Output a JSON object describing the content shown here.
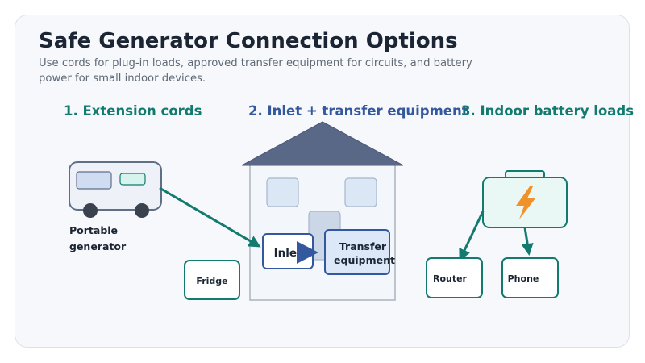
{
  "title": "Safe Generator Connection Options",
  "subtitle": "Use cords for plug-in loads, approved transfer equipment for circuits, and battery power for small indoor devices.",
  "sections": [
    {
      "heading": "1. Extension cords"
    },
    {
      "heading": "2. Inlet + transfer equipment"
    },
    {
      "heading": "3. Indoor battery loads"
    }
  ],
  "nodes": {
    "generator_line1": "Portable",
    "generator_line2": "generator",
    "fridge": "Fridge",
    "inlet": "Inlet",
    "transfer_line1": "Transfer",
    "transfer_line2": "equipment",
    "router": "Router",
    "phone": "Phone"
  },
  "icons": {
    "battery_symbol": "lightning-bolt-icon"
  },
  "colors": {
    "green_accent": "#127a6e",
    "blue_accent": "#34589e",
    "roof": "#5a6887",
    "bolt": "#f0922b",
    "title": "#1b2533",
    "subtitle": "#5e6975"
  }
}
